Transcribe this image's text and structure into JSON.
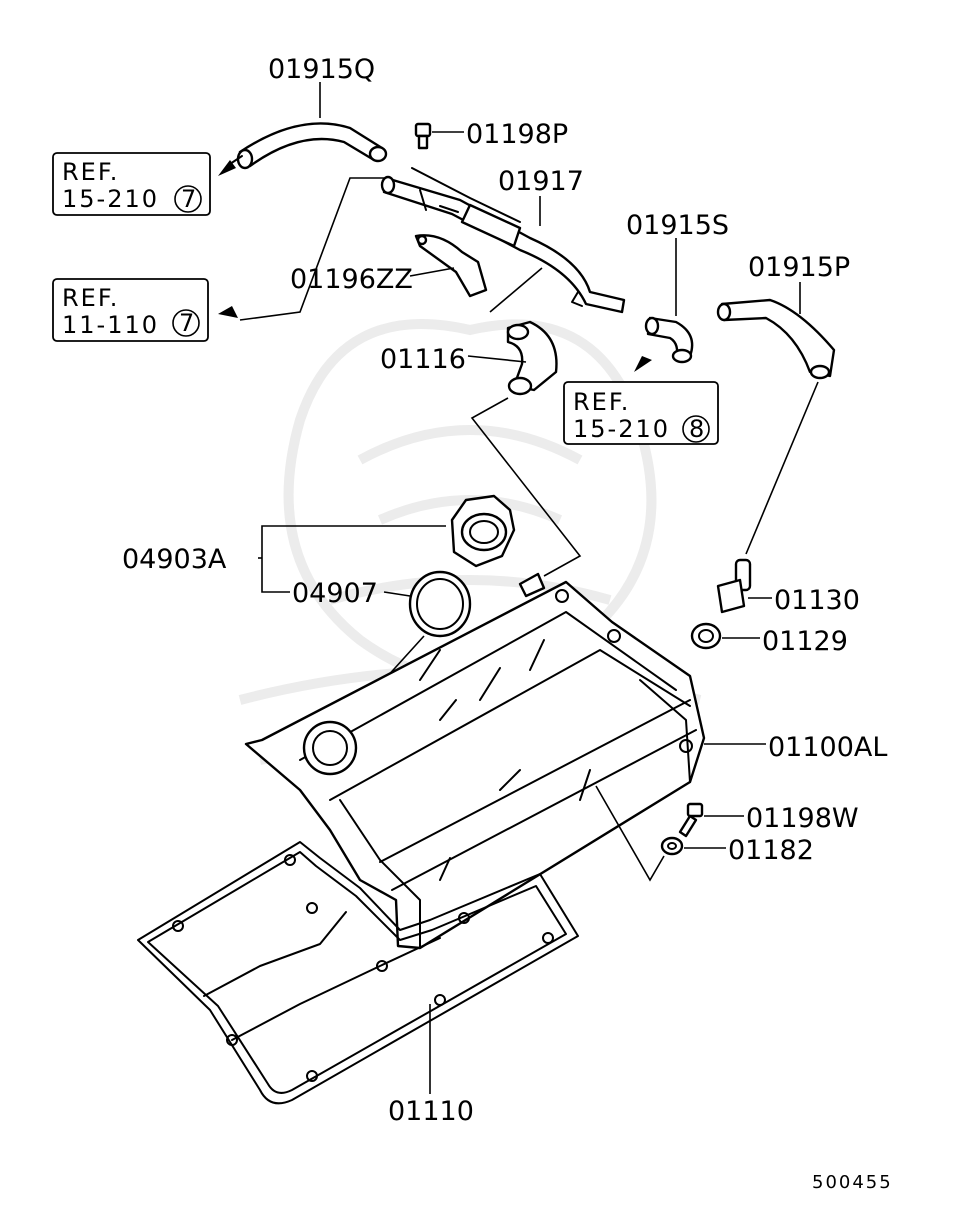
{
  "labels": {
    "hose_q": "01915Q",
    "bolt_p": "01198P",
    "pipe": "01917",
    "hose_s": "01915S",
    "hose_p": "01915P",
    "bracket": "01196ZZ",
    "elbow": "01116",
    "cap_assy": "04903A",
    "cap_gasket": "04907",
    "pcv_valve": "01130",
    "grommet": "01129",
    "cover": "01100AL",
    "bolt_w": "01198W",
    "washer": "01182",
    "gasket": "01110"
  },
  "refs": [
    {
      "line1": "REF.",
      "line2": "15-210",
      "circle": "7"
    },
    {
      "line1": "REF.",
      "line2": "11-110",
      "circle": "7"
    },
    {
      "line1": "REF.",
      "line2": "15-210",
      "circle": "8"
    }
  ],
  "diagram_number": "500455"
}
